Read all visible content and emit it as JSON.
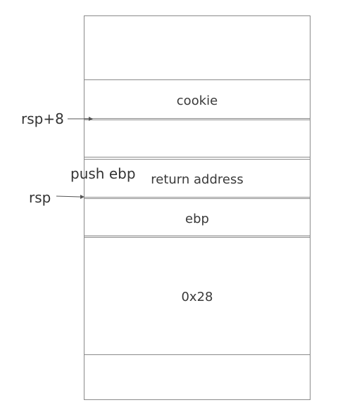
{
  "cells": {
    "cookie": "cookie",
    "return_address": "return address",
    "ebp": "ebp",
    "offset": "0x28"
  },
  "annotations": {
    "rsp_plus_8": "rsp+8",
    "push_ebp": "push ebp",
    "rsp": "rsp"
  },
  "colors": {
    "line": "#8a8a8a",
    "text": "#333333"
  }
}
